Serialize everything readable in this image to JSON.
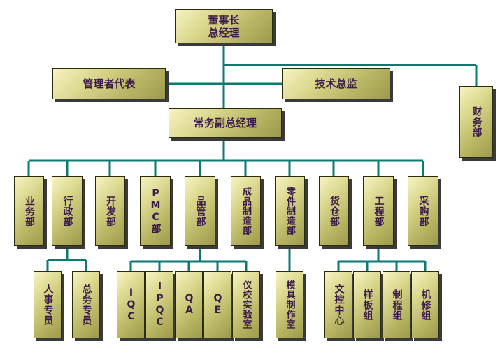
{
  "colors": {
    "line": "#0b7a72",
    "text": "#3a1a4a",
    "box_light": "#f6f4c2",
    "box_dark": "#9e9a4d",
    "shadow": "#3a3a3a"
  },
  "nodes": {
    "chairman": "董事长\n总经理",
    "mgmt_rep": "管理者代表",
    "tech_director": "技术总监",
    "finance": "财务部",
    "exec_vgm": "常务副总经理",
    "business": "业务部",
    "admin": "行政部",
    "development": "开发部",
    "pmc": "PMC部",
    "quality": "品管部",
    "finished_mfg": "成品制造部",
    "parts_mfg": "零件制造部",
    "warehouse": "货仓部",
    "engineering": "工程部",
    "purchasing": "采购部",
    "hr_specialist": "人事专员",
    "general_affairs": "总务专员",
    "iqc": "IQC",
    "ipqc": "IPQC",
    "qa": "QA",
    "qe": "QE",
    "lab": "仪校实验室",
    "mold_shop": "模具制作室",
    "doc_center": "文控中心",
    "sample_team": "样板组",
    "process_team": "制程组",
    "maintenance_team": "机修组"
  }
}
